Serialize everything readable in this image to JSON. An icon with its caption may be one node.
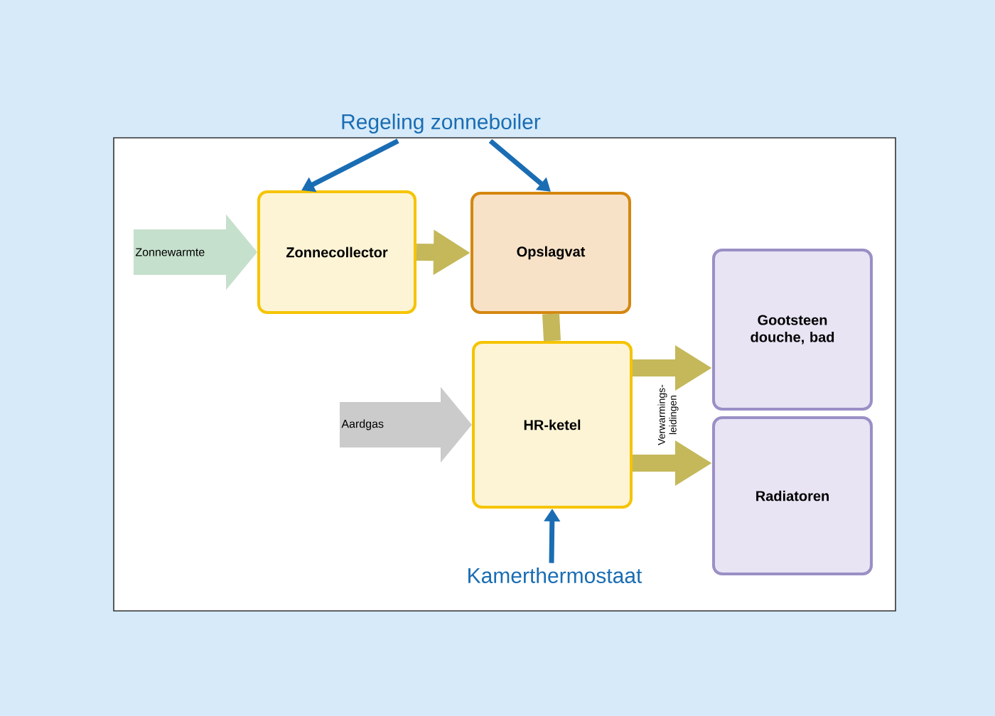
{
  "diagram": {
    "nodes": [
      {
        "text": [
          "Regeling zonneboiler"
        ]
      },
      {
        "text": [
          "Zonnecollector"
        ]
      },
      {
        "text": [
          "Opslagvat"
        ]
      },
      {
        "text": [
          "HR-ketel"
        ]
      },
      {
        "text": [
          "Gootsteen douche, bad"
        ]
      },
      {
        "text": [
          "Radiatoren"
        ]
      },
      {
        "text": [
          "Kamerthermostaat"
        ]
      }
    ],
    "edges": [
      {
        "from": null,
        "to": 1,
        "arrow": "to",
        "label": "Zonnewarmte",
        "style": "thick",
        "color": "#c5e0cc"
      },
      {
        "from": 0,
        "to": 1,
        "arrow": "to",
        "color": "#1a6db3"
      },
      {
        "from": 0,
        "to": 2,
        "arrow": "to",
        "color": "#1a6db3"
      },
      {
        "from": 1,
        "to": 2,
        "arrow": "to"
      },
      {
        "from": 2,
        "to": 3,
        "arrow": "none"
      },
      {
        "from": null,
        "to": 3,
        "arrow": "to",
        "label": "Aardgas",
        "style": "thick",
        "color": "#cbcbcb"
      },
      {
        "from": 3,
        "to": 4,
        "arrow": "to"
      },
      {
        "from": 3,
        "to": 5,
        "arrow": "to"
      },
      {
        "from": 6,
        "to": 3,
        "arrow": "to",
        "color": "#1a6db3"
      }
    ],
    "labels": [
      "Verwarmings- leidingen"
    ]
  }
}
